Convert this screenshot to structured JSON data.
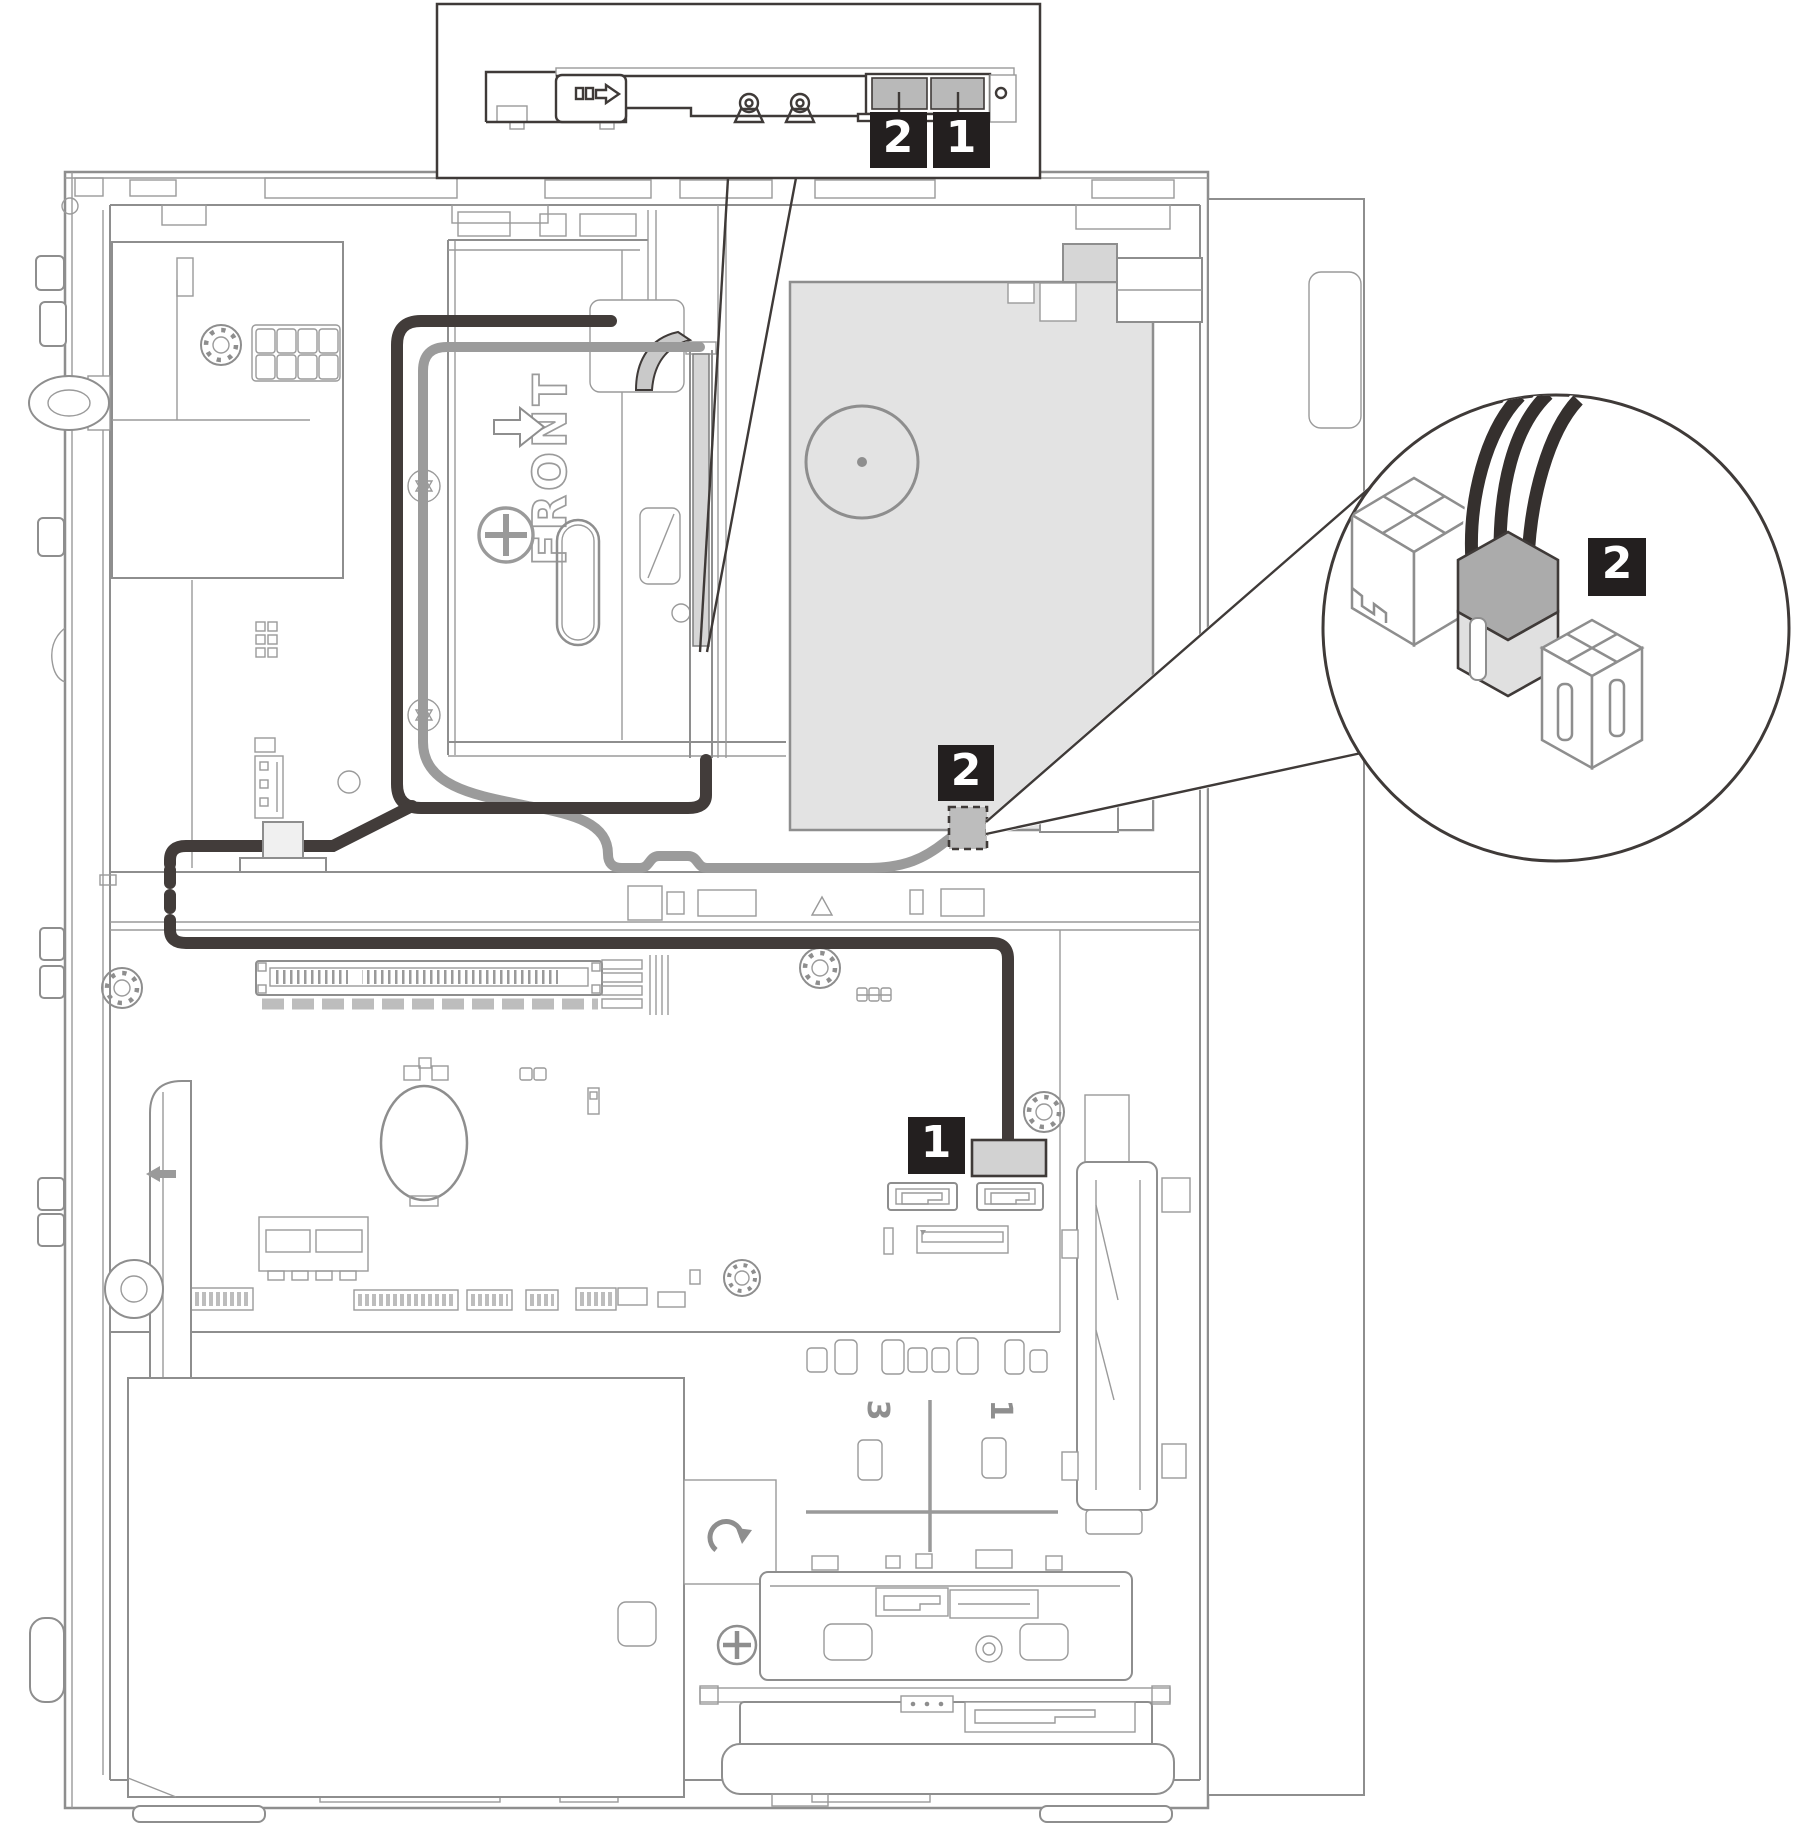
{
  "diagram": {
    "description": "Tower server internal view - optical drive cable routing diagram",
    "colors": {
      "background": "#ffffff",
      "outline_gray": "#8e8e8e",
      "outline_dark": "#3f3a38",
      "cable_black": "#423c3a",
      "cable_gray": "#9b9b9b",
      "psu_fill": "#e3e3e3",
      "connector_fill": "#bdbdbd",
      "callout_bg": "#231f1f",
      "callout_fg": "#ffffff"
    },
    "icons": {
      "front_arrow": "block-arrow-right",
      "odd_eject_arrow": "block-arrow-right",
      "card_guide_arrow": "block-arrow-left",
      "curved_arrow": "rotate-clockwise-arrow",
      "phillips_screw": "circle-cross",
      "torx_screw": "circle-star",
      "fan_mount": "circle-with-dots"
    },
    "inset_odd": {
      "callouts": [
        {
          "label": "2"
        },
        {
          "label": "1"
        }
      ]
    },
    "chassis": {
      "front_marking": "FRONT",
      "psu_callout": {
        "label": "2"
      },
      "motherboard_callout": {
        "label": "1"
      },
      "floor_bay_markings": [
        {
          "label": "3"
        },
        {
          "label": "1"
        }
      ]
    },
    "magnifier": {
      "callout": {
        "label": "2"
      }
    }
  }
}
